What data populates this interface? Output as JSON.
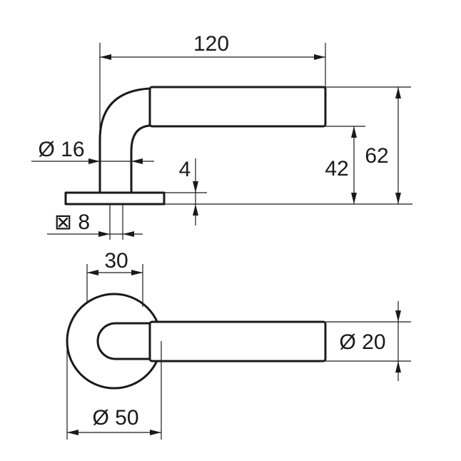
{
  "dimensions": {
    "length": "120",
    "shaft_diameter": "Ø 16",
    "rose_thickness": "4",
    "lever_height": "42",
    "overall_height": "62",
    "spindle": "⊠ 8",
    "inner_offset": "30",
    "grip_diameter": "Ø 20",
    "rose_diameter": "Ø 50"
  }
}
